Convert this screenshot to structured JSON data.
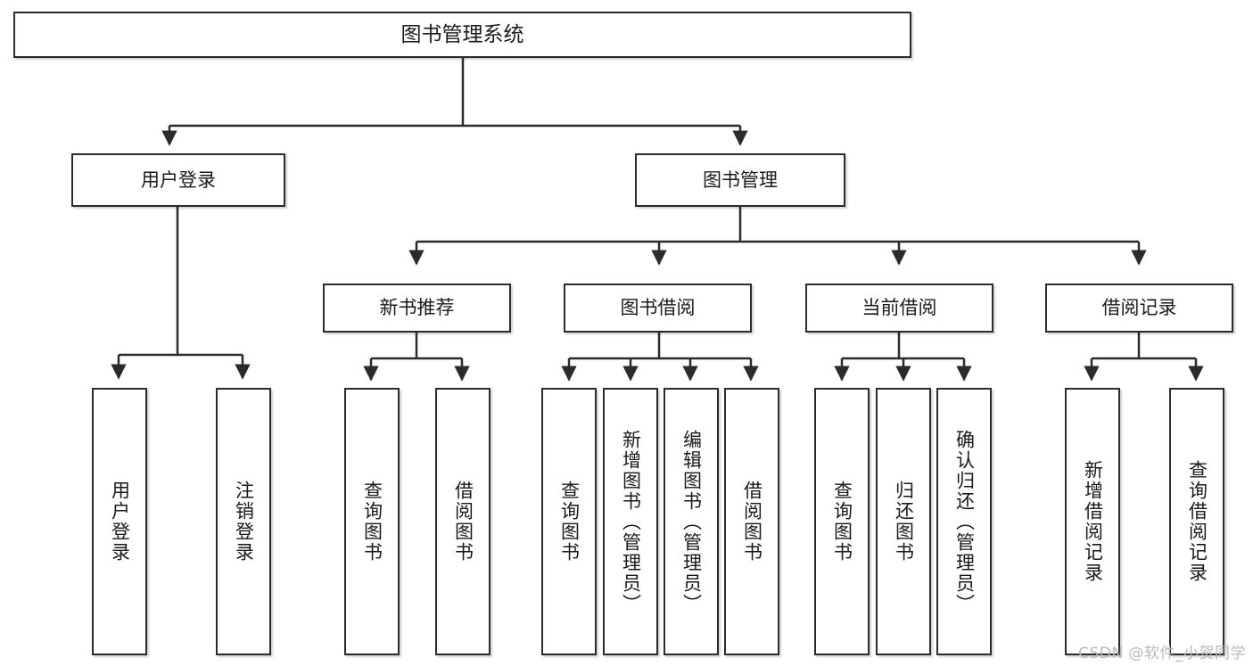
{
  "diagram": {
    "title": "图书管理系统",
    "watermark": "CSDN @软件_小贺同学",
    "colors": {
      "box_border": "#2b2b2b",
      "box_fill": "#ffffff",
      "connector": "#2b2b2b",
      "text": "#1a1a1a",
      "watermark": "#b9b9b9"
    },
    "root": {
      "label": "图书管理系统"
    },
    "level1": [
      {
        "label": "用户登录"
      },
      {
        "label": "图书管理"
      }
    ],
    "level2": [
      {
        "label": "新书推荐"
      },
      {
        "label": "图书借阅"
      },
      {
        "label": "当前借阅"
      },
      {
        "label": "借阅记录"
      }
    ],
    "leaves": {
      "user_login": [
        {
          "label": "用户登录"
        },
        {
          "label": "注销登录"
        }
      ],
      "new_book_recommend": [
        {
          "label": "查询图书"
        },
        {
          "label": "借阅图书"
        }
      ],
      "book_borrow": [
        {
          "label": "查询图书"
        },
        {
          "label": "新增图书（管理员）"
        },
        {
          "label": "编辑图书（管理员）"
        },
        {
          "label": "借阅图书"
        }
      ],
      "current_borrow": [
        {
          "label": "查询图书"
        },
        {
          "label": "归还图书"
        },
        {
          "label": "确认归还（管理员）"
        }
      ],
      "borrow_record": [
        {
          "label": "新增借阅记录"
        },
        {
          "label": "查询借阅记录"
        }
      ]
    }
  },
  "chart_data": {
    "type": "table",
    "title": "图书管理系统 功能结构图",
    "hierarchy": [
      {
        "node": "图书管理系统",
        "level": 0,
        "children": [
          {
            "node": "用户登录",
            "level": 1,
            "children": [
              {
                "node": "用户登录",
                "level": 2,
                "children": []
              },
              {
                "node": "注销登录",
                "level": 2,
                "children": []
              }
            ]
          },
          {
            "node": "图书管理",
            "level": 1,
            "children": [
              {
                "node": "新书推荐",
                "level": 2,
                "children": [
                  {
                    "node": "查询图书",
                    "level": 3,
                    "children": []
                  },
                  {
                    "node": "借阅图书",
                    "level": 3,
                    "children": []
                  }
                ]
              },
              {
                "node": "图书借阅",
                "level": 2,
                "children": [
                  {
                    "node": "查询图书",
                    "level": 3,
                    "children": []
                  },
                  {
                    "node": "新增图书（管理员）",
                    "level": 3,
                    "children": []
                  },
                  {
                    "node": "编辑图书（管理员）",
                    "level": 3,
                    "children": []
                  },
                  {
                    "node": "借阅图书",
                    "level": 3,
                    "children": []
                  }
                ]
              },
              {
                "node": "当前借阅",
                "level": 2,
                "children": [
                  {
                    "node": "查询图书",
                    "level": 3,
                    "children": []
                  },
                  {
                    "node": "归还图书",
                    "level": 3,
                    "children": []
                  },
                  {
                    "node": "确认归还（管理员）",
                    "level": 3,
                    "children": []
                  }
                ]
              },
              {
                "node": "借阅记录",
                "level": 2,
                "children": [
                  {
                    "node": "新增借阅记录",
                    "level": 3,
                    "children": []
                  },
                  {
                    "node": "查询借阅记录",
                    "level": 3,
                    "children": []
                  }
                ]
              }
            ]
          }
        ]
      }
    ]
  }
}
